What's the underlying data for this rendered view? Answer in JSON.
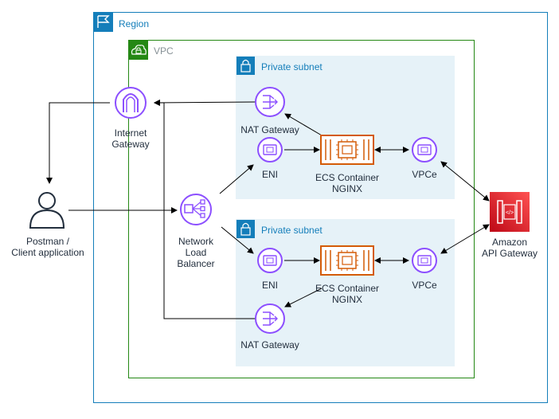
{
  "groups": {
    "region": "Region",
    "vpc": "VPC",
    "subnet_top": "Private subnet",
    "subnet_bottom": "Private subnet"
  },
  "nodes": {
    "internet_gateway": "Internet\nGateway",
    "client": "Postman /\nClient application",
    "nlb": "Network\nLoad\nBalancer",
    "nat_top": "NAT Gateway",
    "eni_top": "ENI",
    "ecs_top": "ECS Container\nNGINX",
    "vpce_top": "VPCe",
    "eni_bottom": "ENI",
    "ecs_bottom": "ECS Container\nNGINX",
    "vpce_bottom": "VPCe",
    "nat_bottom": "NAT Gateway",
    "api_gateway": "Amazon\nAPI Gateway"
  },
  "colors": {
    "region": "#147eba",
    "vpc": "#248814",
    "subnet_border": "#147eba",
    "subnet_fill": "#e6f2f8",
    "network": "#8c4fff",
    "compute": "#d45b07",
    "api_gateway": "#e7157b",
    "api_gateway_dark": "#c7131f"
  },
  "icons": [
    "region-flag-icon",
    "vpc-cloud-icon",
    "lock-icon",
    "internet-gateway-icon",
    "user-icon",
    "load-balancer-icon",
    "nat-gateway-icon",
    "eni-icon",
    "ecs-container-icon",
    "vpc-endpoint-icon",
    "api-gateway-icon"
  ]
}
